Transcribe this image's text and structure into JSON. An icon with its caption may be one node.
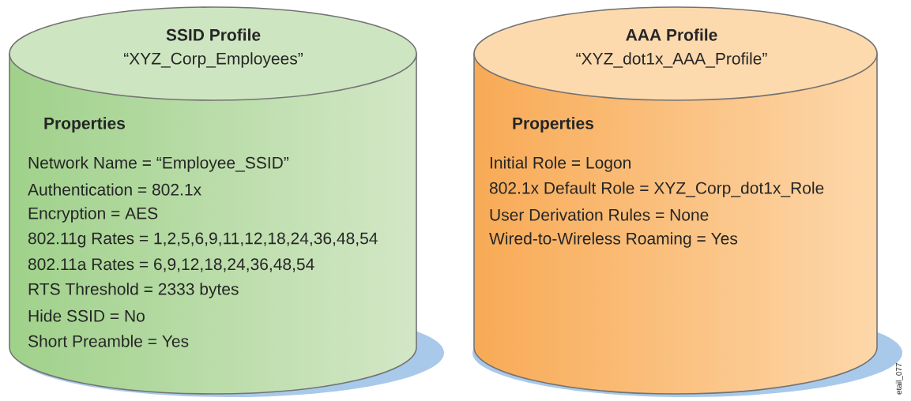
{
  "diagram": {
    "nodes": [
      {
        "text": [
          "SSID Profile",
          "“XYZ_Corp_Employees”",
          "Properties",
          "Network Name = “Employee_SSID”",
          "Authentication = 802.1x",
          "Encryption = AES",
          "802.11g Rates = 1,2,5,6,9,11,12,18,24,36,48,54",
          "802.11a Rates = 6,9,12,18,24,36,48,54",
          "RTS Threshold = 2333 bytes",
          "Hide SSID = No",
          "Short Preamble = Yes"
        ]
      },
      {
        "text": [
          "AAA Profile",
          "“XYZ_dot1x_AAA_Profile”",
          "Properties",
          "Initial Role = Logon",
          "802.1x Default Role = XYZ_Corp_dot1x_Role",
          "User Derivation Rules = None",
          "Wired-to-Wireless Roaming = Yes"
        ]
      }
    ],
    "labels": [
      "etail_077"
    ]
  }
}
